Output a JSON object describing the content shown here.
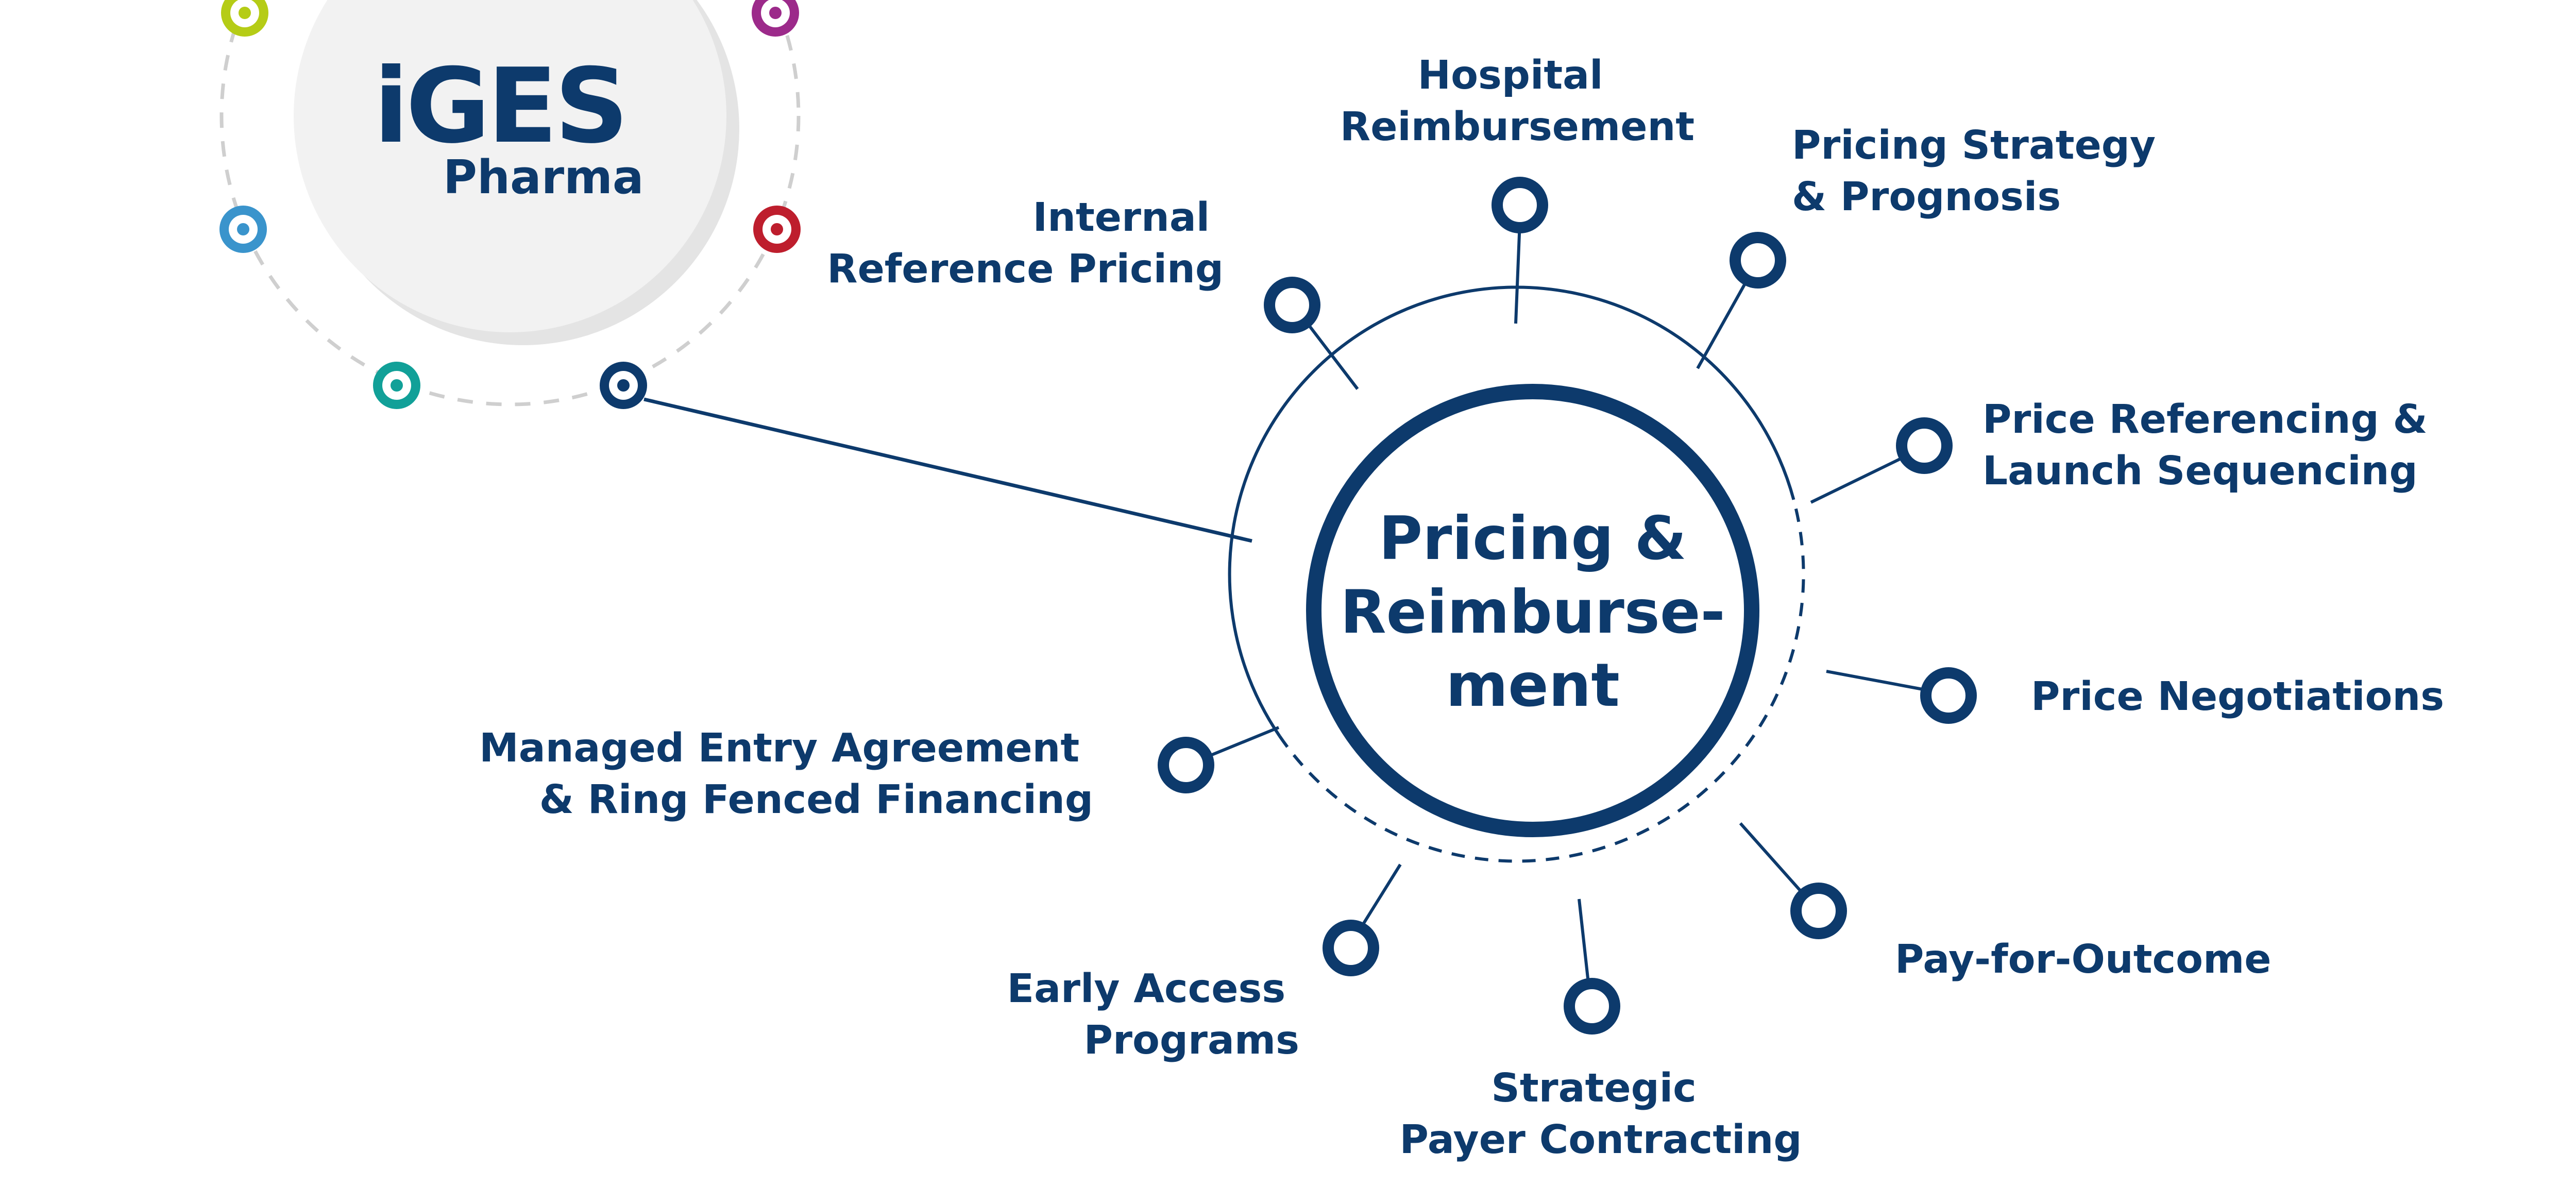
{
  "logo": {
    "name": "iGES",
    "sub": "Pharma"
  },
  "hub": {
    "line1": "Pricing &",
    "line2": "Reimburse-",
    "line3": "ment"
  },
  "topics": [
    {
      "id": "hospital-reimbursement",
      "lines": [
        "Hospital",
        "Reimbursement"
      ]
    },
    {
      "id": "pricing-strategy-prognosis",
      "lines": [
        "Pricing Strategy",
        "& Prognosis"
      ]
    },
    {
      "id": "price-referencing-launch-sequencing",
      "lines": [
        "Price Referencing &",
        "Launch Sequencing"
      ]
    },
    {
      "id": "price-negotiations",
      "lines": [
        "Price Negotiations"
      ]
    },
    {
      "id": "pay-for-outcome",
      "lines": [
        "Pay-for-Outcome"
      ]
    },
    {
      "id": "strategic-payer-contracting",
      "lines": [
        "Strategic",
        "Payer Contracting"
      ]
    },
    {
      "id": "early-access-programs",
      "lines": [
        "Early Access",
        "Programs"
      ]
    },
    {
      "id": "managed-entry-agreement",
      "lines": [
        "Managed Entry Agreement",
        "& Ring Fenced Financing"
      ]
    },
    {
      "id": "internal-reference-pricing",
      "lines": [
        "Internal",
        "Reference Pricing"
      ]
    }
  ],
  "colors": {
    "navy": "#0d3a6c",
    "lime": "#b5cc16",
    "magenta": "#9c2a8a",
    "sky": "#3a94cc",
    "red": "#be1e2d",
    "teal": "#11a098",
    "disc": "#eeeeee",
    "ring": "#cfcfcf"
  }
}
